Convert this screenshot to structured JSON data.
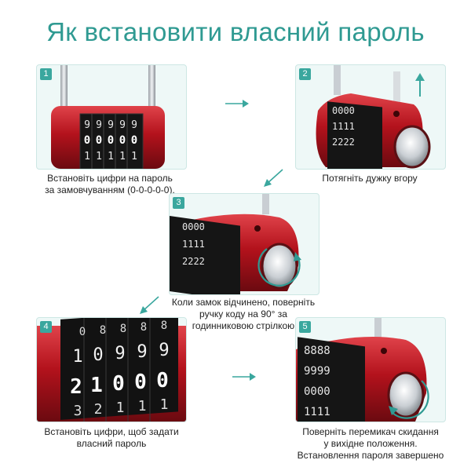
{
  "title": "Як встановити власний пароль",
  "accent_color": "#2f9a92",
  "lock_color": "#b3121c",
  "steps": [
    {
      "number": "1",
      "caption_line1": "Встановіть цифри на пароль",
      "caption_line2": "за замовчуванням (0-0-0-0-0).",
      "dials": {
        "top": [
          "9",
          "9",
          "9",
          "9",
          "9"
        ],
        "middle": [
          "0",
          "0",
          "0",
          "0",
          "0"
        ],
        "bottom": [
          "1",
          "1",
          "1",
          "1",
          "1"
        ]
      }
    },
    {
      "number": "2",
      "caption_line1": "Потягніть дужку вгору"
    },
    {
      "number": "3",
      "caption_line1": "Коли замок відчинено, поверніть",
      "caption_line2": "ручку коду на 90° за",
      "caption_line3": "годинниковою стрілкою"
    },
    {
      "number": "4",
      "caption_line1": "Встановіть цифри, щоб задати",
      "caption_line2": "власний пароль",
      "dials": {
        "top": [
          "0",
          "8",
          "8",
          "8",
          "8"
        ],
        "upper": [
          "1",
          "0",
          "9",
          "9",
          "9"
        ],
        "middle": [
          "2",
          "1",
          "0",
          "0",
          "0"
        ],
        "bottom": [
          "3",
          "2",
          "1",
          "1",
          "1"
        ]
      }
    },
    {
      "number": "5",
      "caption_line1": "Поверніть перемикач скидання",
      "caption_line2": "у вихідне положення.",
      "caption_line3": "Встановлення пароля завершено"
    }
  ]
}
